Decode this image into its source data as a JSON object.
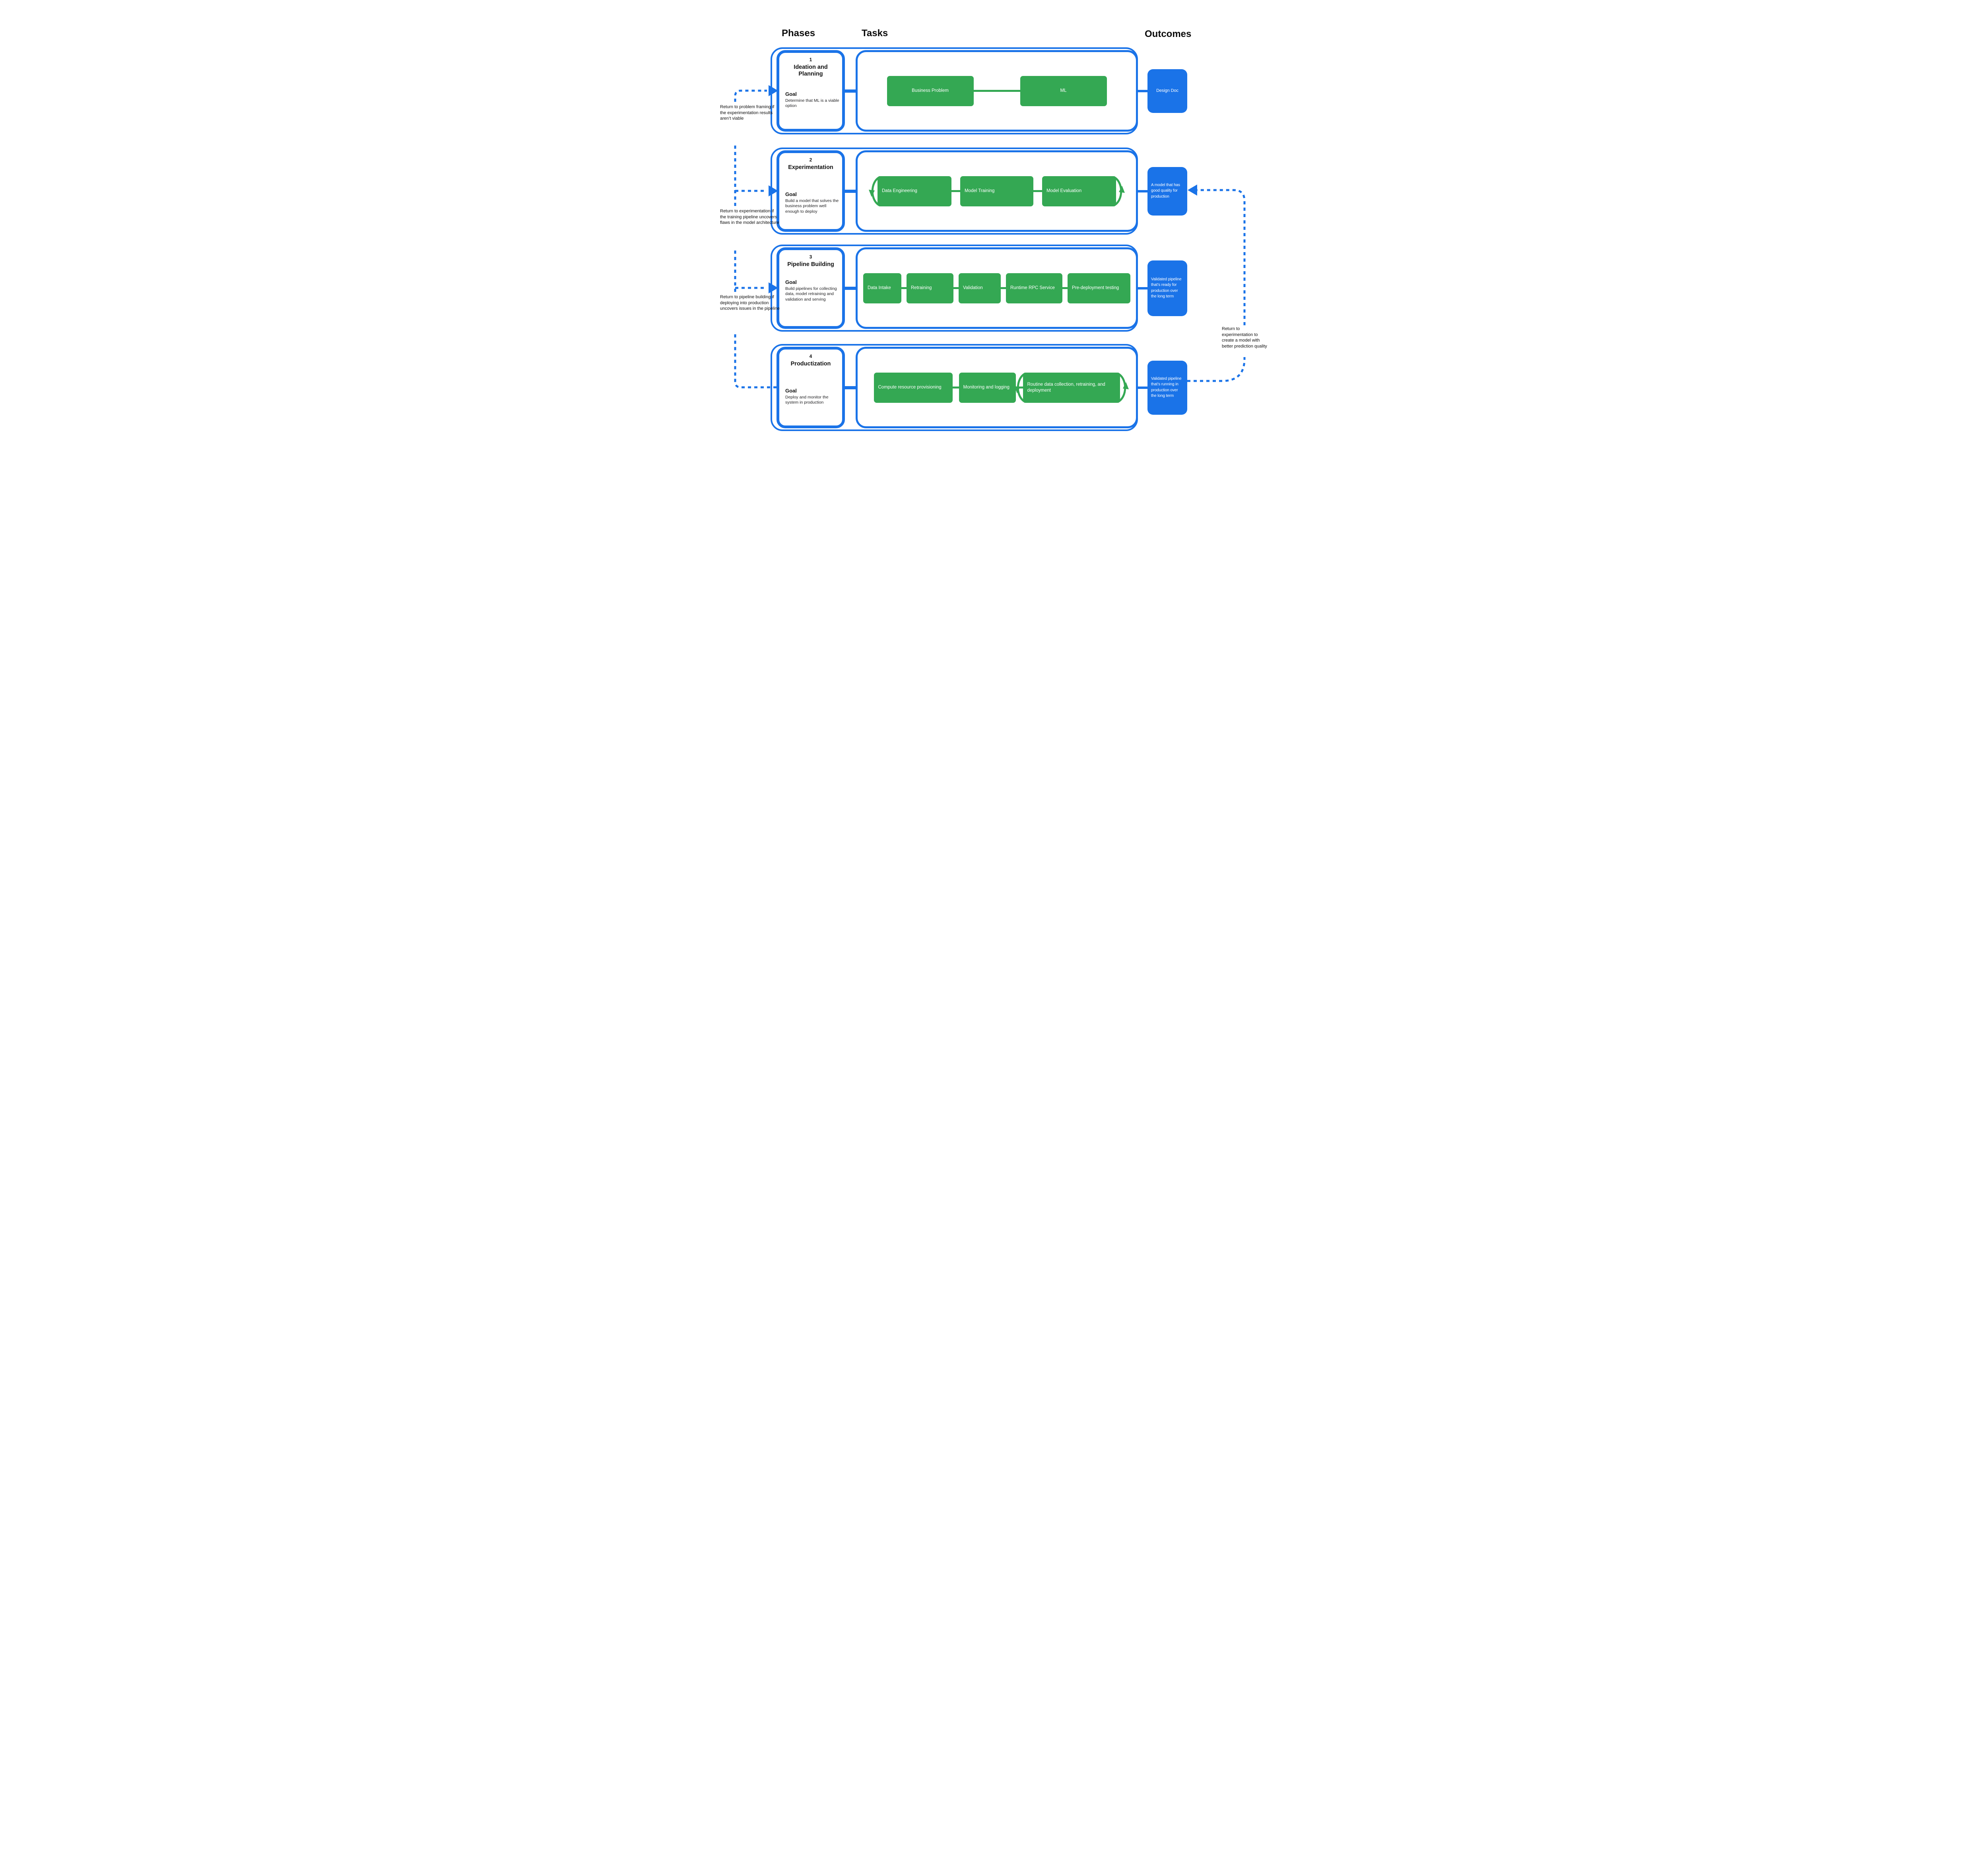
{
  "colors": {
    "accent_blue": "#1A73E8",
    "task_green": "#34A853",
    "text": "#111111"
  },
  "headers": {
    "phases": "Phases",
    "tasks": "Tasks",
    "outcomes": "Outcomes"
  },
  "phases": [
    {
      "number": "1",
      "title": "Ideation and Planning",
      "goal_label": "Goal",
      "goal": "Determine that ML is a viable option",
      "tasks": [
        "Business Problem",
        "ML"
      ],
      "outcome": "Design Doc"
    },
    {
      "number": "2",
      "title": "Experimentation",
      "goal_label": "Goal",
      "goal": "Build a model that solves the business problem well enough to deploy",
      "tasks": [
        "Data Engineering",
        "Model Training",
        "Model Evaluation"
      ],
      "outcome": "A model that has good quality for production"
    },
    {
      "number": "3",
      "title": "Pipeline Building",
      "goal_label": "Goal",
      "goal": "Build pipelines for collecting data, model retraining and validation and serving",
      "tasks": [
        "Data Intake",
        "Retraining",
        "Validation",
        "Runtime RPC Service",
        "Pre-deployment testing"
      ],
      "outcome": "Validated pipeline that’s ready for production over the long term"
    },
    {
      "number": "4",
      "title": "Productization",
      "goal_label": "Goal",
      "goal": "Deploy and monitor the system in production",
      "tasks": [
        "Compute resource provisioning",
        "Monitoring and logging",
        "Routine data collection, retraining, and deployment"
      ],
      "outcome": "Validated pipeline that’s running in production over the long term"
    }
  ],
  "annotations": {
    "left": [
      "Return to problem framing if the experimentation results aren’t viable",
      "Return to experimentation if the training pipeline uncovers flaws in the model architecture",
      "Return to pipeline building if deploying into production uncovers issues in the pipeline"
    ],
    "right": "Return to experimentation to create a model with better prediction quality"
  }
}
